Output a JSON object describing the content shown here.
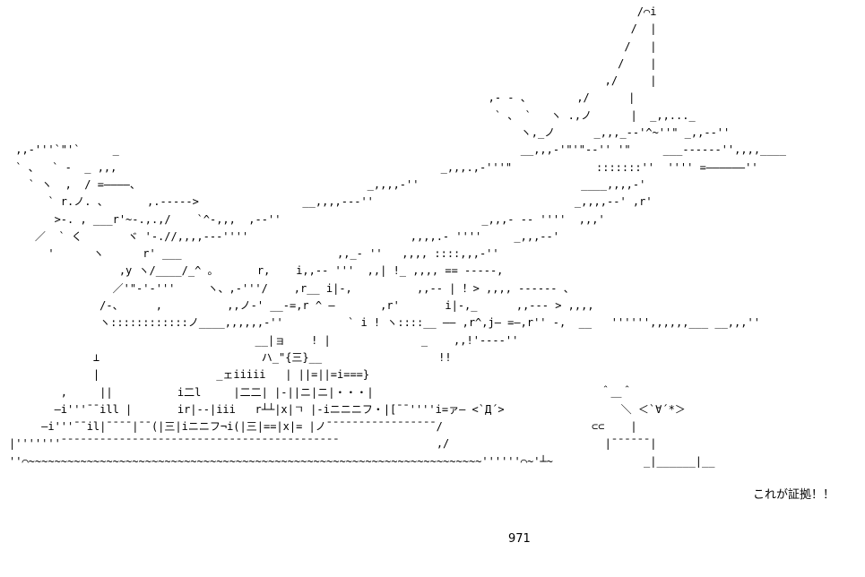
{
  "art": {
    "lines": [
      "                                                                                                 /⌒i",
      "                                                                                                /  |",
      "                                                                                               /   |",
      "                                                                                              /    |",
      "                                                                                            ,/     |",
      "                                                                          ,- - 、       ,/      |",
      "                                                                           ` 、 `   ヽ .,ノ      |  _,,..._",
      "                                                                               ヽ,_ノ      _,,,_--'^~''\" _,,--''",
      " ,,-'''`\"'`     _                                                              __,,,-'\"'\"--'' '\"     ___------'',,,,____",
      " ` 、  ` -  _ ,,,                                                  _,,,.,-'''\"             :::::::''  '''' =――――――''",
      "   ` ヽ  ,  / =――――、                                   _,,,,-''                         ____,,,,-'",
      "      ` r.ノ. 、      ,.----->                __,,,,---''                               _,,,,--' ,r'",
      "       >-. , ___r'~-.,.,/    `^-,,,  ,--''                               _,,,- -- ''''  ,,,'",
      "    ／  ` く       ヾ '-.//,,,,---''''                         ,,,,.- ''''     _,,,--'",
      "      '      ヽ      r' ___                        ,,_- ''   ,,,, ::::,,,-''",
      "                 ,y ヽ/____/_^ 。      r,    i,,-- '''  ,,| !_ ,,,, == -----,",
      "                ／'\"-'-'''     ヽ、,-'''/    ,r__ i|-,          ,,-- | ！> ,,,, ------ 、",
      "              /-、     ,          ,,ノ-' __-=,r ^ ―       ,r'       i|-,_      ,,--- > ,,,,",
      "              ヽ::::::::::::ノ____,,,,,,-''          ` i ! ヽ::::__ ―― ,r^,j― =―,r'' -,  __   '''''',,,,,,___ __,,,''",
      "                                      __|ョ    ! |              _    ,,!'----''",
      "             ⊥                         ハ_\"{三}__                  !!",
      "             |                  _ェiiiii   | ||=||=i===}",
      "        ,     ||          i二l     |二二| |-||ニ|ニ|・・・|                                   ＾＿＾",
      "       ―i'''¯¯ill |       ir|--|iii   r┴┴|x|ㄱ |-iニニニフ・|[¯¯''''i=ァ― <`Д´>                  ＼ ＜`∀´*＞",
      "     ―i'''¯¯il|¯¯¯¯|¯¯(|三|iニニフ¬i(|三|==|x|= |ノ¯¯¯¯¯¯¯¯¯¯¯¯¯¯¯¯¯/                       ⊂⊂    |",
      "|'''''''¯¯¯¯¯¯¯¯¯¯¯¯¯¯¯¯¯¯¯¯¯¯¯¯¯¯¯¯¯¯¯¯¯¯¯¯¯¯¯¯¯¯¯               ,/                        |¯¯¯¯¯¯|",
      "''⌒~~~~~~~~~~~~~~~~~~~~~~~~~~~~~~~~~~~~~~~~~~~~~~~~~~~~~~~~~~~~~~~~~~~~~~''''''⌒~'┴~              _|______|__"
    ],
    "caption": "これが証拠！！",
    "ship_number": "971"
  }
}
